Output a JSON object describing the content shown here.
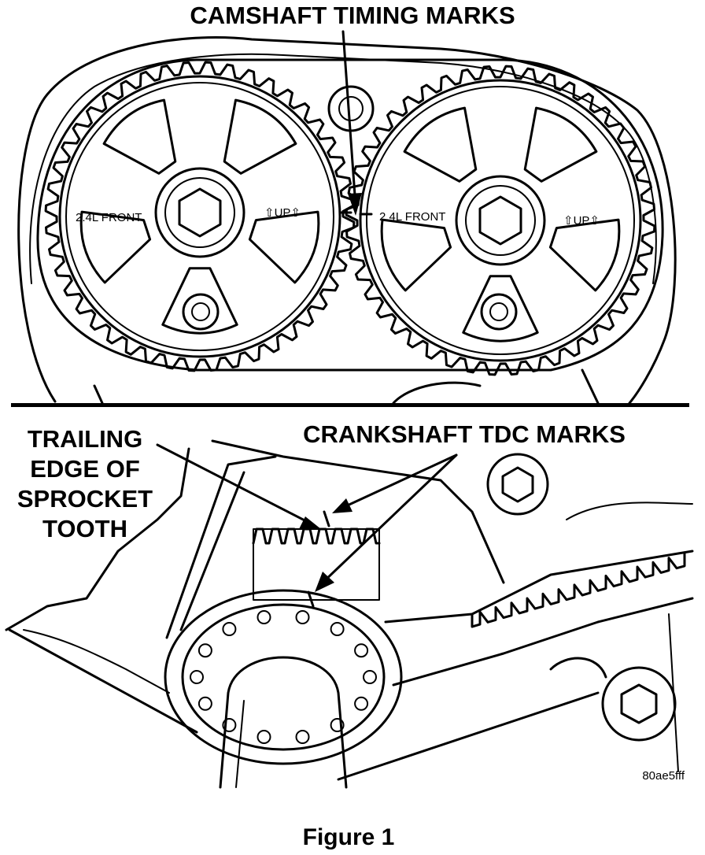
{
  "figure": {
    "caption": "Figure 1",
    "reference_code": "80ae5fff"
  },
  "top_panel": {
    "callout": "CAMSHAFT TIMING MARKS",
    "left_sprocket": {
      "front_label": "2.4L FRONT",
      "up_label": "⇧UP⇧"
    },
    "right_sprocket": {
      "front_label": "2.4L FRONT",
      "up_label": "⇧UP⇧"
    }
  },
  "bottom_panel": {
    "callout_left_lines": [
      "TRAILING",
      "EDGE OF",
      "SPROCKET",
      "TOOTH"
    ],
    "callout_right": "CRANKSHAFT TDC MARKS"
  },
  "colors": {
    "ink": "#000000",
    "paper": "#ffffff"
  }
}
